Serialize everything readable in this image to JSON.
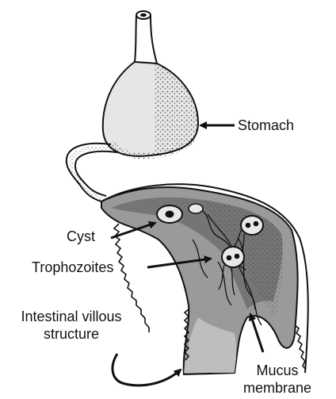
{
  "labels": {
    "stomach": "Stomach",
    "cyst": "Cyst",
    "trophozoites": "Trophozoites",
    "villous_line1": "Intestinal villous",
    "villous_line2": "structure",
    "mucus_line1": "Mucus",
    "mucus_line2": "membrane"
  },
  "colors": {
    "ink": "#111111",
    "stomach_fill": "#e6e6e6",
    "tissue_dark": "#6e6e6e",
    "tissue_mid": "#9a9a9a",
    "tissue_light": "#c7c7c7",
    "organism_fill": "#e9e9e9"
  }
}
